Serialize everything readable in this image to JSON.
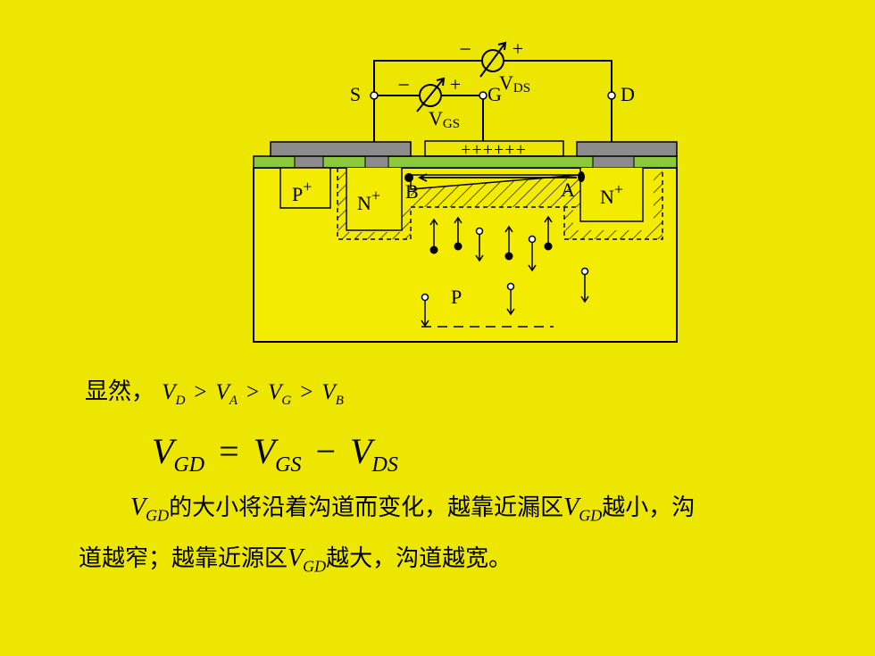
{
  "diagram": {
    "terminals": {
      "source": "S",
      "gate": "G",
      "drain": "D"
    },
    "meter_vds": {
      "minus": "−",
      "plus": "+",
      "label_main": "V",
      "label_sub": "DS"
    },
    "meter_vgs": {
      "minus": "−",
      "plus": "+",
      "label_main": "V",
      "label_sub": "GS"
    },
    "gate_charges": "++++++",
    "regions": {
      "p_plus": {
        "main": "P",
        "sup": "+"
      },
      "n_plus_source": {
        "main": "N",
        "sup": "+"
      },
      "n_plus_drain": {
        "main": "N",
        "sup": "+"
      },
      "substrate": "P"
    },
    "points": {
      "a": "A",
      "b": "B"
    },
    "colors": {
      "background": "#ECE600",
      "metal": "#8C8C8C",
      "oxide": "#8CC83C",
      "substrate": "#F3EB00"
    }
  },
  "text": {
    "line1_prefix": "显然，",
    "line1_relation": "V_D > V_A > V_G > V_B",
    "equation": "V_GD = V_GS − V_DS",
    "para_part1": "的大小将沿着沟道而变化，越靠近漏区",
    "para_part2": "越小，沟",
    "para_part3": "道越窄；越靠近源区",
    "para_part4": "越大，沟道越宽。",
    "vgd_main": "V",
    "vgd_sub": "GD"
  }
}
